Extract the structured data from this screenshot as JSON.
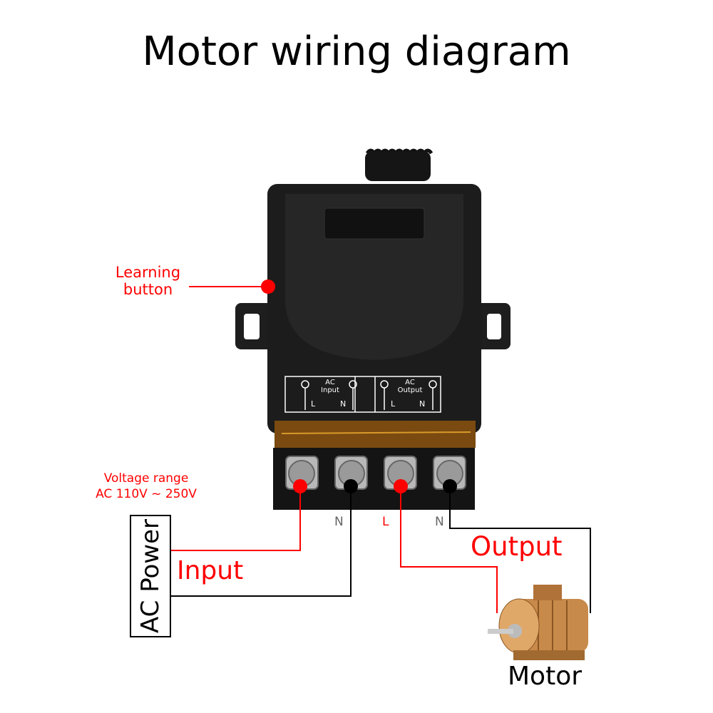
{
  "title": "Motor wiring diagram",
  "callouts": {
    "learning_button": [
      "Learning",
      "button"
    ],
    "voltage_range": [
      "Voltage range",
      "AC 110V ~ 250V"
    ]
  },
  "power_source": "AC Power",
  "wire_labels": {
    "input": "Input",
    "output": "Output"
  },
  "terminal_labels": {
    "input_n": "N",
    "output_l": "L",
    "output_n": "N"
  },
  "device_panel": {
    "input_group": {
      "title": [
        "AC",
        "Input"
      ],
      "pins": [
        "L",
        "N"
      ]
    },
    "output_group": {
      "title": [
        "AC",
        "Output"
      ],
      "pins": [
        "L",
        "N"
      ]
    }
  },
  "motor_label": "Motor",
  "colors": {
    "live": "#ff0000",
    "neutral": "#000000",
    "device": "#1c1c1c",
    "amber": "#b46a10"
  }
}
